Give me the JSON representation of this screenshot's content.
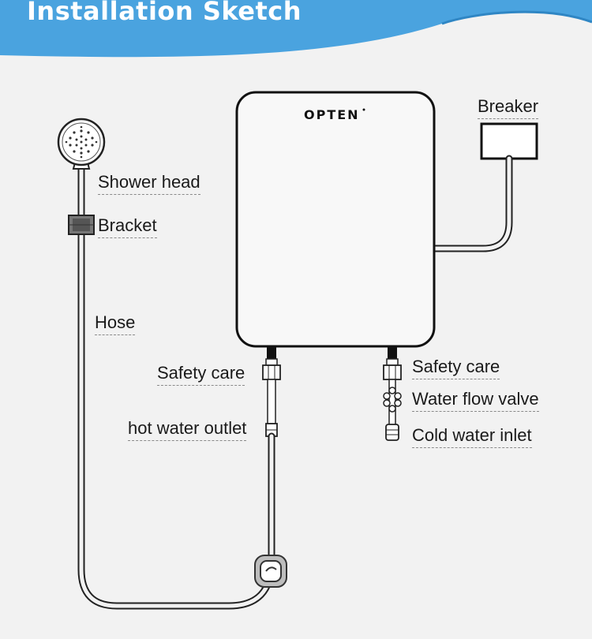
{
  "header": {
    "title": "Installation Sketch",
    "color": "#4aa3df"
  },
  "heater": {
    "brand": "OPTEN"
  },
  "labels": {
    "breaker": "Breaker",
    "shower_head": "Shower head",
    "bracket": "Bracket",
    "hose": "Hose",
    "safety_care_left": "Safety care",
    "safety_care_right": "Safety care",
    "hot_water_outlet": "hot water outlet",
    "water_flow_valve": "Water flow valve",
    "cold_water_inlet": "Cold water inlet"
  }
}
